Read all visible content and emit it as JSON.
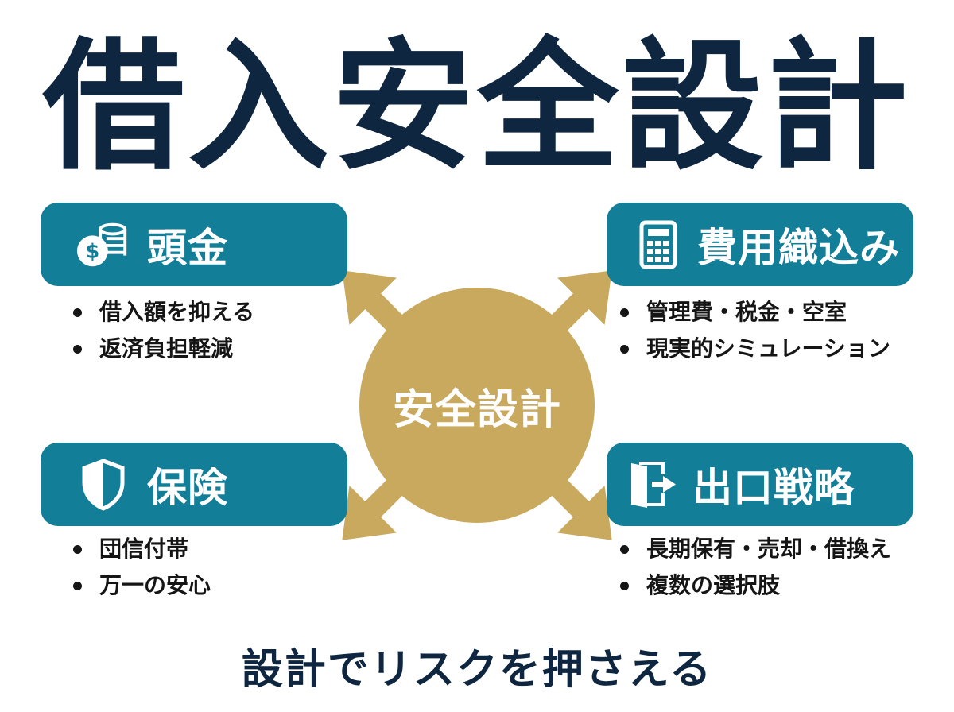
{
  "title": "借入安全設計",
  "hub": {
    "label": "安全設計",
    "color": "#c9a95e"
  },
  "colors": {
    "card": "#137e97",
    "title": "#0f2640",
    "arrow": "#c9a95e"
  },
  "cards": [
    {
      "position": "top-left",
      "icon": "coins-dollar-icon",
      "label": "頭金",
      "items": [
        "借入額を抑える",
        "返済負担軽減"
      ]
    },
    {
      "position": "top-right",
      "icon": "calculator-icon",
      "label": "費用織込み",
      "items": [
        "管理費・税金・空室",
        "現実的シミュレーション"
      ]
    },
    {
      "position": "bottom-left",
      "icon": "shield-icon",
      "label": "保険",
      "items": [
        "団信付帯",
        "万一の安心"
      ]
    },
    {
      "position": "bottom-right",
      "icon": "exit-door-icon",
      "label": "出口戦略",
      "items": [
        "長期保有・売却・借換え",
        "複数の選択肢"
      ]
    }
  ],
  "footer": "設計でリスクを押さえる"
}
